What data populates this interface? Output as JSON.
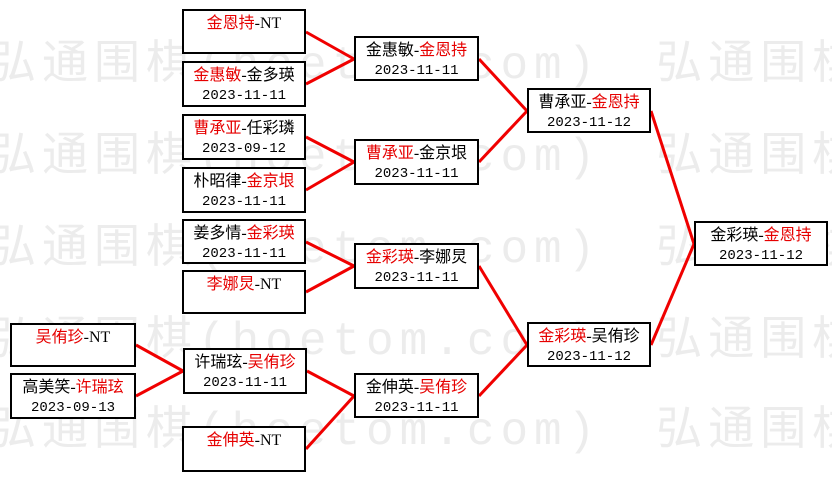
{
  "watermark": {
    "text": "弘通围棋(hoetom.com)",
    "color": "#ececec"
  },
  "colors": {
    "winner_text": "#e60000",
    "line": "#f00000",
    "box_border": "#000000",
    "background": "#ffffff"
  },
  "bracket": {
    "matches": {
      "pre1": {
        "first": "吴侑珍",
        "second": "-NT",
        "date": "",
        "winner": "first"
      },
      "pre2": {
        "first": "高美笑-",
        "second": "许瑞玹",
        "date": "2023-09-13",
        "winner": "second"
      },
      "qf1": {
        "first": "金恩持",
        "second": "-NT",
        "date": "",
        "winner": "first"
      },
      "qf2": {
        "first": "金惠敏",
        "second": "-金多瑛",
        "date": "2023-11-11",
        "winner": "first"
      },
      "qf3": {
        "first": "曹承亚",
        "second": "-任彩璘",
        "date": "2023-09-12",
        "winner": "first"
      },
      "qf4": {
        "first": "朴昭律-",
        "second": "金京垠",
        "date": "2023-11-11",
        "winner": "second"
      },
      "qf5": {
        "first": "姜多情-",
        "second": "金彩瑛",
        "date": "2023-11-11",
        "winner": "second"
      },
      "qf6": {
        "first": "李娜炅",
        "second": "-NT",
        "date": "",
        "winner": "first"
      },
      "qf7": {
        "first": "许瑞玹-",
        "second": "吴侑珍",
        "date": "2023-11-11",
        "winner": "second"
      },
      "qf8": {
        "first": "金伸英",
        "second": "-NT",
        "date": "",
        "winner": "first"
      },
      "r2a": {
        "first": "金惠敏-",
        "second": "金恩持",
        "date": "2023-11-11",
        "winner": "second"
      },
      "r2b": {
        "first": "曹承亚",
        "second": "-金京垠",
        "date": "2023-11-11",
        "winner": "first"
      },
      "r2c": {
        "first": "金彩瑛",
        "second": "-李娜炅",
        "date": "2023-11-11",
        "winner": "first"
      },
      "r2d": {
        "first": "金伸英-",
        "second": "吴侑珍",
        "date": "2023-11-11",
        "winner": "second"
      },
      "sf1": {
        "first": "曹承亚-",
        "second": "金恩持",
        "date": "2023-11-12",
        "winner": "second"
      },
      "sf2": {
        "first": "金彩瑛",
        "second": "-吴侑珍",
        "date": "2023-11-12",
        "winner": "first"
      },
      "final": {
        "first": "金彩瑛-",
        "second": "金恩持",
        "date": "2023-11-12",
        "winner": "second"
      }
    }
  }
}
